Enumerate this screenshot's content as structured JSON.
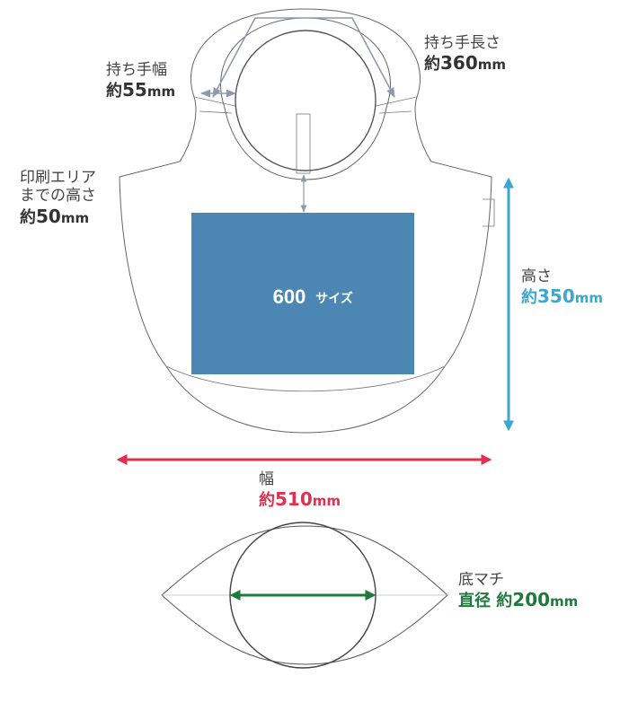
{
  "print_area": {
    "size": "600",
    "suffix": "サイズ",
    "color": "#4b87b2"
  },
  "handle_width": {
    "title": "持ち手幅",
    "prefix": "約",
    "value": "55",
    "unit": "mm"
  },
  "handle_length": {
    "title": "持ち手長さ",
    "prefix": "約",
    "value": "360",
    "unit": "mm"
  },
  "print_offset": {
    "title_line1": "印刷エリア",
    "title_line2": "までの高さ",
    "prefix": "約",
    "value": "50",
    "unit": "mm"
  },
  "height": {
    "title": "高さ",
    "prefix": "約",
    "value": "350",
    "unit": "mm",
    "color": "#3ea6cf"
  },
  "width": {
    "title": "幅",
    "prefix": "約",
    "value": "510",
    "unit": "mm",
    "color": "#e0304d"
  },
  "gusset": {
    "title": "底マチ",
    "prefix": "直径 約",
    "value": "200",
    "unit": "mm",
    "color": "#1e7a3c"
  },
  "colors": {
    "outline": "#666666",
    "dim_gray": "#8a9bb0"
  }
}
